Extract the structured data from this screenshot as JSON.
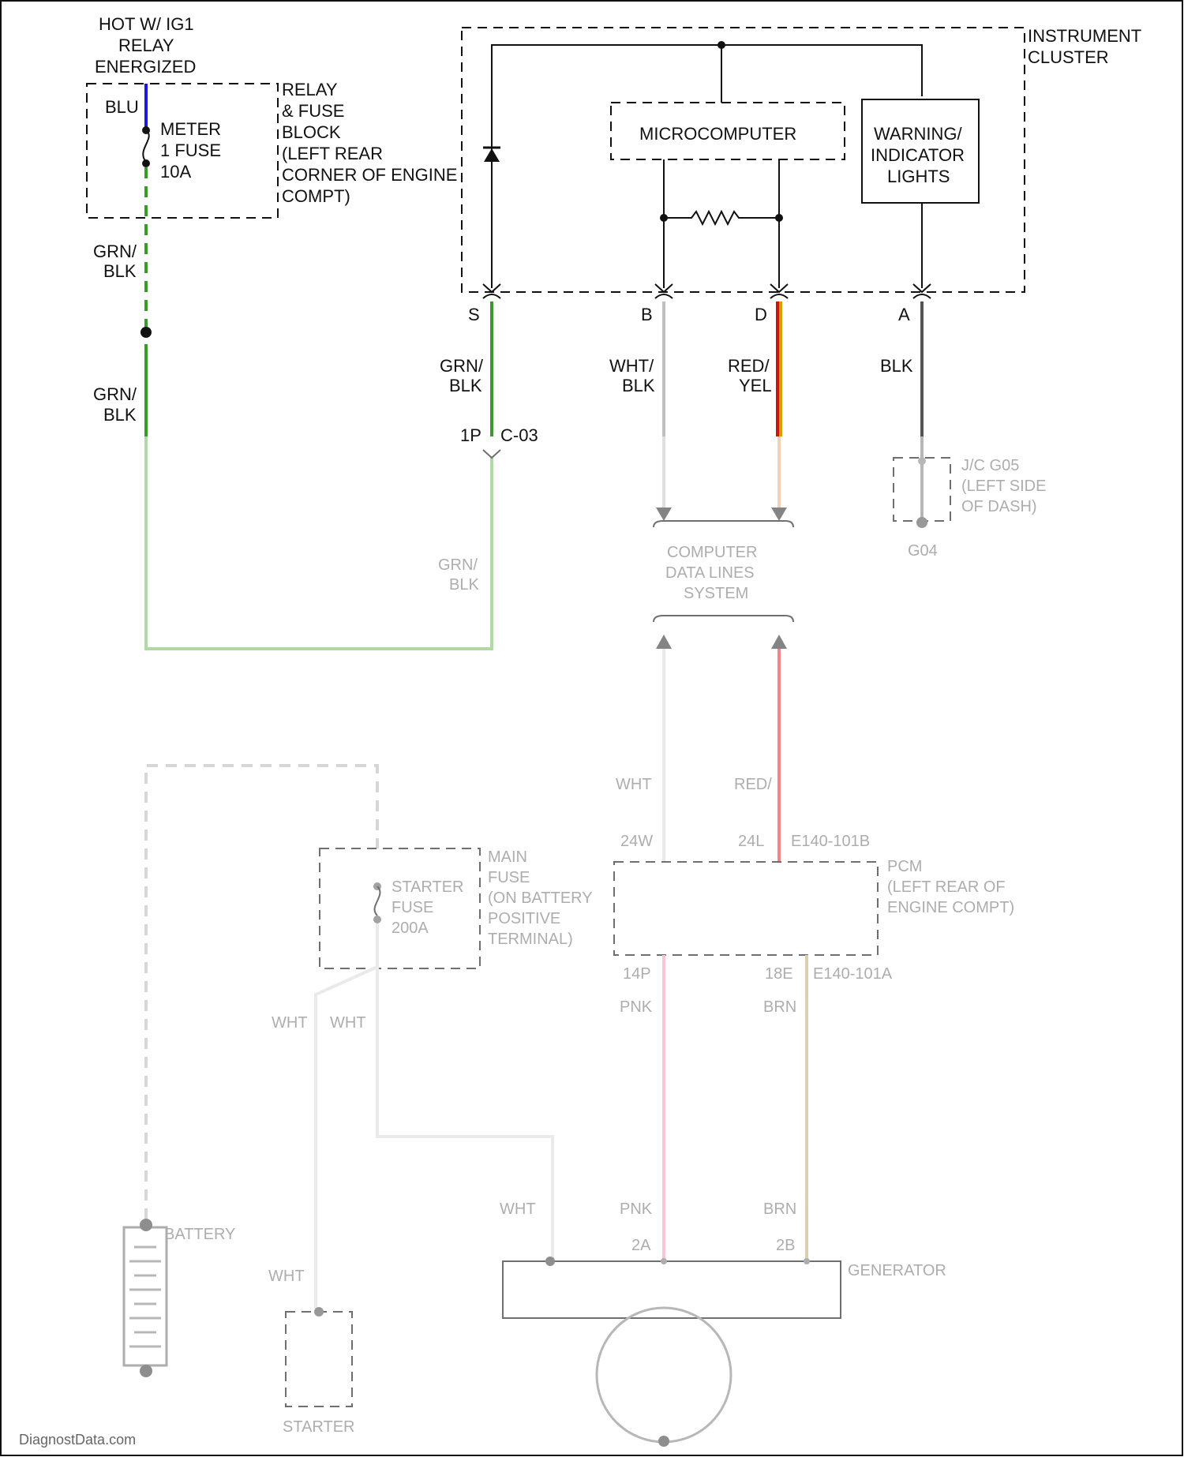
{
  "colors": {
    "blu": "#1a1adb",
    "grn": "#3a9a2a",
    "wht": "#cccccc",
    "red": "#cc1111",
    "yel": "#d4a000",
    "blk": "#555555",
    "pnk": "#f08aa0",
    "brn": "#bfb27a"
  },
  "labels": {
    "hot_line1": "HOT W/ IG1",
    "hot_line2": "RELAY",
    "hot_line3": "ENERGIZED",
    "blu": "BLU",
    "fuse_l1": "METER",
    "fuse_l2": "1 FUSE",
    "fuse_l3": "10A",
    "relay_l1": "RELAY",
    "relay_l2": "& FUSE",
    "relay_l3": "BLOCK",
    "relay_l4": "(LEFT REAR",
    "relay_l5": "CORNER OF ENGINE",
    "relay_l6": "COMPT)",
    "grn_blk_1a": "GRN/",
    "grn_blk_1b": "BLK",
    "grn_blk_2a": "GRN/",
    "grn_blk_2b": "BLK",
    "cluster_l1": "INSTRUMENT",
    "cluster_l2": "CLUSTER",
    "microcomputer": "MICROCOMPUTER",
    "warn_l1": "WARNING/",
    "warn_l2": "INDICATOR",
    "warn_l3": "LIGHTS",
    "pin_s": "S",
    "pin_b": "B",
    "pin_d": "D",
    "pin_a": "A",
    "s_wire_a": "GRN/",
    "s_wire_b": "BLK",
    "b_wire_a": "WHT/",
    "b_wire_b": "BLK",
    "d_wire_a": "RED/",
    "d_wire_b": "YEL",
    "a_wire": "BLK",
    "conn_1p": "1P",
    "conn_c03": "C-03",
    "j_l1": "J/C G05",
    "j_l2": "(LEFT SIDE",
    "j_l3": "OF DASH)",
    "j_ground": "G04",
    "cdl_l1": "COMPUTER",
    "cdl_l2": "DATA LINES",
    "cdl_l3": "SYSTEM",
    "grn_blk_3a": "GRN/",
    "grn_blk_3b": "BLK",
    "wht_1": "WHT",
    "red_1": "RED/",
    "pin_24w": "24W",
    "pin_24l": "24L",
    "conn_pcm_top": "E140-101B",
    "pcm_l1": "PCM",
    "pcm_l2": "(LEFT REAR OF",
    "pcm_l3": "ENGINE COMPT)",
    "pin_14p": "14P",
    "pin_18e": "18E",
    "conn_pcm_bot": "E140-101A",
    "pnk_1": "PNK",
    "brn_1": "BRN",
    "main_l1": "MAIN",
    "main_l2": "FUSE",
    "main_l3": "(ON BATTERY",
    "main_l4": "POSITIVE",
    "main_l5": "TERMINAL)",
    "starter_fuse_l1": "STARTER",
    "starter_fuse_l2": "FUSE",
    "starter_fuse_l3": "200A",
    "wht_2": "WHT",
    "wht_3": "WHT",
    "wht_4": "WHT",
    "pnk_2": "PNK",
    "brn_2": "BRN",
    "battery": "BATTERY",
    "wht_5": "WHT",
    "pin_2a": "2A",
    "pin_2b": "2B",
    "generator": "GENERATOR",
    "starter": "STARTER",
    "watermark": "DiagnostData.com"
  }
}
